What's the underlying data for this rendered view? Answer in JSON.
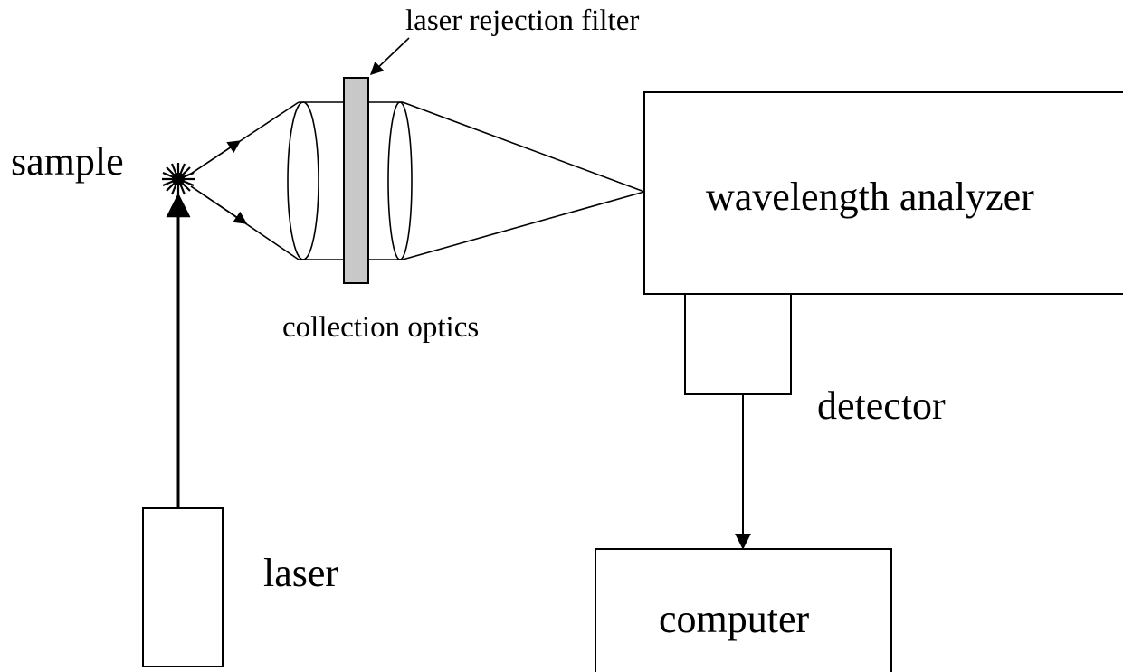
{
  "labels": {
    "sample": "sample",
    "laser_rejection_filter": "laser rejection filter",
    "collection_optics": "collection optics",
    "wavelength_analyzer": "wavelength analyzer",
    "detector": "detector",
    "laser": "laser",
    "computer": "computer"
  },
  "colors": {
    "filter_fill": "#c8c8c8",
    "stroke": "#000000"
  }
}
